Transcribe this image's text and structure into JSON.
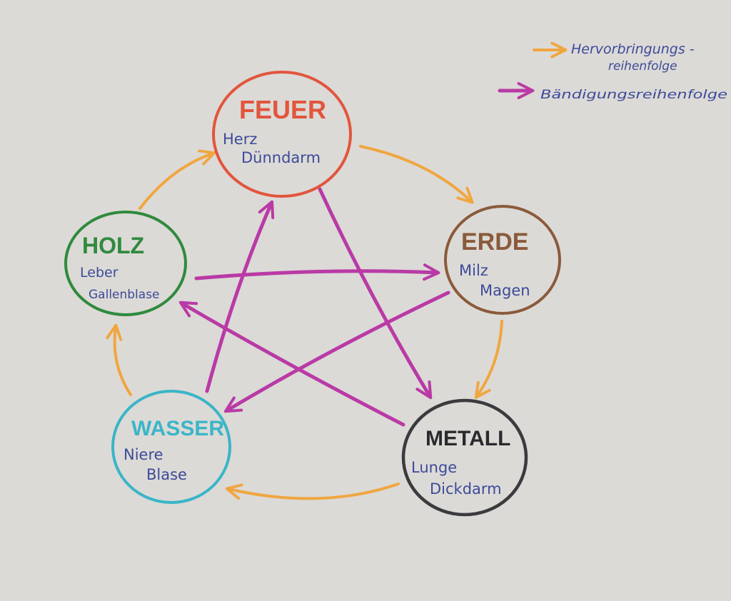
{
  "legend": {
    "production_line1": "Hervorbringungs -",
    "production_line2": "reihenfolge",
    "control_line1": "Bändigungsreihenfolge"
  },
  "colors": {
    "paper": "#dcdad6",
    "production_arrow": "#f0a640",
    "control_arrow": "#b93aa6",
    "ink_blue": "#3d4a9a",
    "feuer": "#e2553d",
    "erde": "#8a5a3c",
    "metall": "#3b3b3f",
    "wasser": "#3ab5c8",
    "holz": "#2f8a3e"
  },
  "elements": {
    "feuer": {
      "title": "FEUER",
      "organ1": "Herz",
      "organ2": "Dünndarm"
    },
    "erde": {
      "title": "ERDE",
      "organ1": "Milz",
      "organ2": "Magen"
    },
    "metall": {
      "title": "METALL",
      "organ1": "Lunge",
      "organ2": "Dickdarm"
    },
    "wasser": {
      "title": "WASSER",
      "organ1": "Niere",
      "organ2": "Blase"
    },
    "holz": {
      "title": "HOLZ",
      "organ1": "Leber",
      "organ2": "Gallenblase"
    }
  }
}
